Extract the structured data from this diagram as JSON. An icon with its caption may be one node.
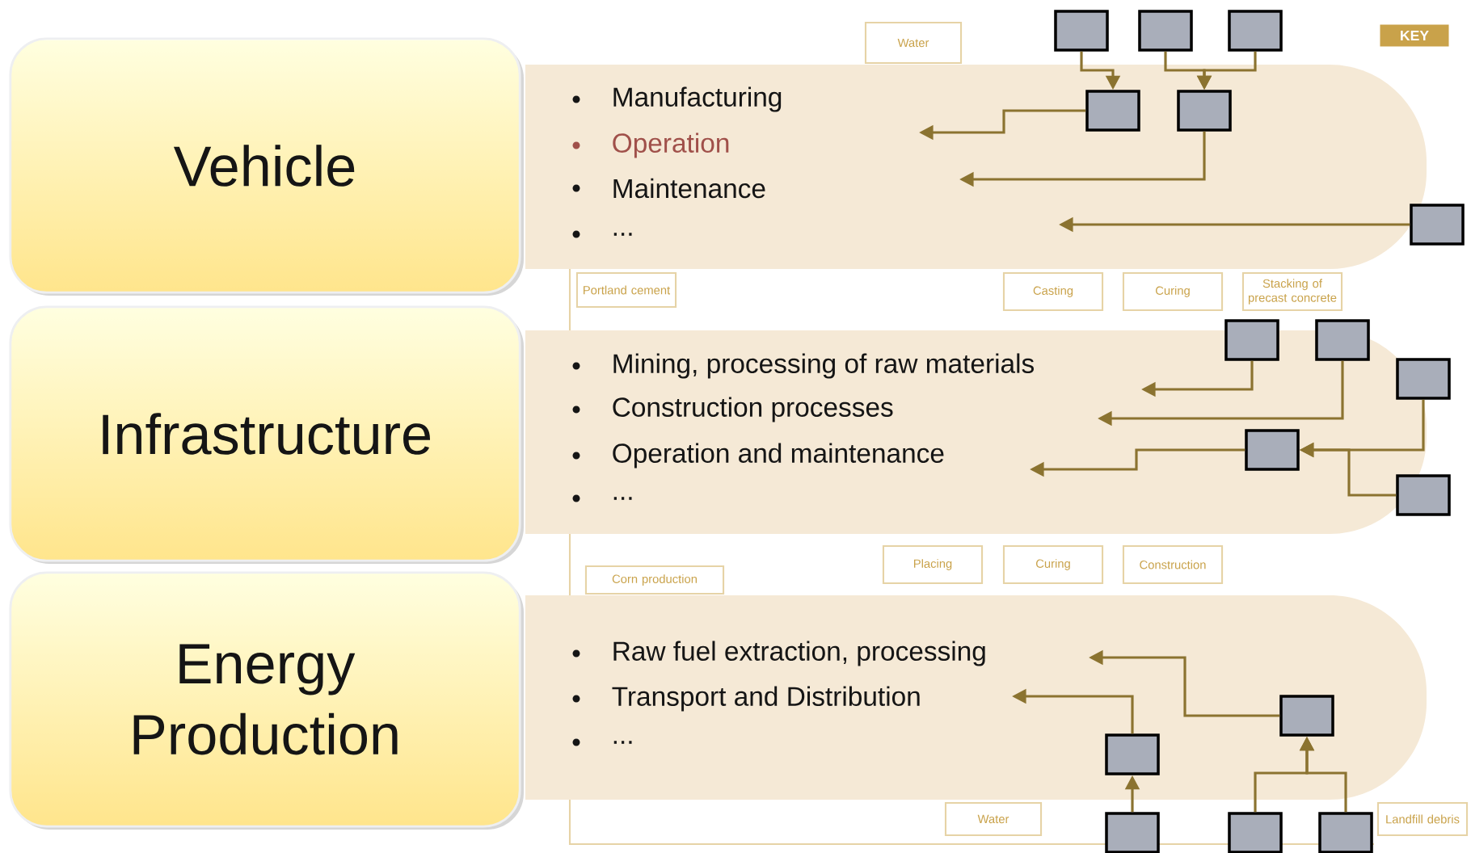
{
  "diagram": {
    "nodes": [
      {
        "text": [
          "Vehicle"
        ]
      },
      {
        "text": [
          "Infrastructure"
        ]
      },
      {
        "text": [
          "Energy Production"
        ]
      },
      {
        "text": [
          "Manufacturing",
          "Operation",
          "Maintenance",
          "..."
        ]
      },
      {
        "text": [
          "Mining, processing of raw materials",
          "Construction processes",
          "Operation and maintenance",
          "..."
        ]
      },
      {
        "text": [
          "Raw fuel extraction, processing",
          "Transport and Distribution",
          "..."
        ]
      },
      {
        "text": [],
        "shape": "box"
      },
      {
        "text": [],
        "shape": "box"
      },
      {
        "text": [],
        "shape": "box"
      },
      {
        "text": [],
        "shape": "box",
        "in": 3
      },
      {
        "text": [],
        "shape": "box",
        "in": 3
      },
      {
        "text": [],
        "shape": "box"
      },
      {
        "text": [],
        "shape": "box"
      },
      {
        "text": [],
        "shape": "box"
      },
      {
        "text": [],
        "shape": "box"
      },
      {
        "text": [],
        "shape": "box",
        "in": 4
      },
      {
        "text": [],
        "shape": "box"
      },
      {
        "text": [],
        "shape": "box",
        "in": 5
      },
      {
        "text": [],
        "shape": "box",
        "in": 5
      },
      {
        "text": [],
        "shape": "box"
      },
      {
        "text": [],
        "shape": "box"
      },
      {
        "text": [],
        "shape": "box"
      },
      {
        "text": [
          "Water"
        ]
      },
      {
        "text": [
          "KEY"
        ]
      },
      {
        "text": [
          "Portland cement"
        ]
      },
      {
        "text": [
          "Casting"
        ]
      },
      {
        "text": [
          "Curing"
        ]
      },
      {
        "text": [
          "Stacking of precast concrete"
        ]
      },
      {
        "text": [
          "Corn production"
        ]
      },
      {
        "text": [
          "Placing"
        ]
      },
      {
        "text": [
          "Curing"
        ]
      },
      {
        "text": [
          "Construction"
        ]
      },
      {
        "text": [
          "Water"
        ]
      },
      {
        "text": [
          "Landfill debris"
        ]
      }
    ],
    "edges": [
      {
        "from": 6,
        "to": 9,
        "arrow": "to"
      },
      {
        "from": 7,
        "to": 10,
        "arrow": "to"
      },
      {
        "from": 8,
        "to": 10,
        "arrow": "to"
      },
      {
        "from": 9,
        "to": 3,
        "arrow": "to"
      },
      {
        "from": 10,
        "to": 3,
        "arrow": "to"
      },
      {
        "from": 11,
        "to": 3,
        "arrow": "to"
      },
      {
        "from": 12,
        "to": 4,
        "arrow": "to"
      },
      {
        "from": 13,
        "to": 4,
        "arrow": "to"
      },
      {
        "from": 14,
        "to": 15,
        "arrow": "to"
      },
      {
        "from": 16,
        "to": 15,
        "arrow": "to"
      },
      {
        "from": 15,
        "to": 4,
        "arrow": "to"
      },
      {
        "from": 19,
        "to": 17,
        "arrow": "to"
      },
      {
        "from": 20,
        "to": 18,
        "arrow": "to"
      },
      {
        "from": 21,
        "to": 18,
        "arrow": "to"
      },
      {
        "from": 18,
        "to": 5,
        "arrow": "to"
      },
      {
        "from": 17,
        "to": null,
        "arrow": "to"
      }
    ]
  }
}
